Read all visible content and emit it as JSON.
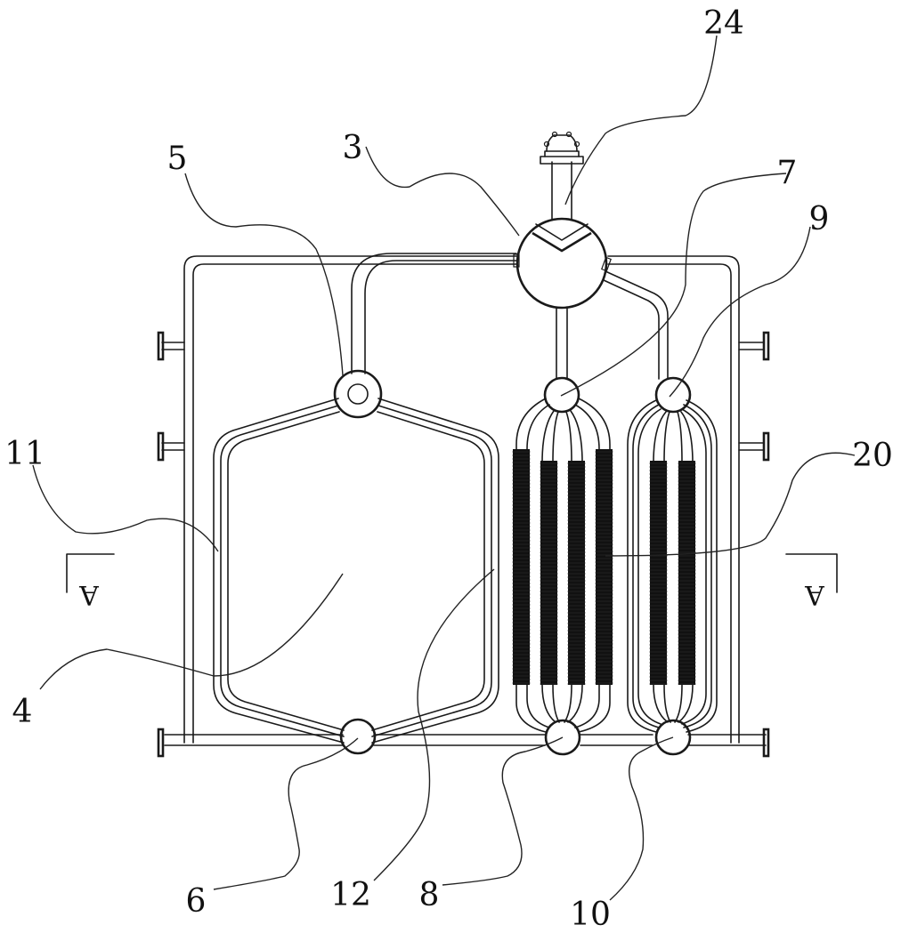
{
  "figure": {
    "type": "patent-drawing",
    "description": "Front view of heat exchanger / boiler assembly with drum, headers and coil tubes",
    "labels": [
      {
        "id": "label-24",
        "text": "24",
        "target": "drum-vent-valve"
      },
      {
        "id": "label-3",
        "text": "3",
        "target": "steam-drum"
      },
      {
        "id": "label-5",
        "text": "5",
        "target": "upper-header-left"
      },
      {
        "id": "label-7",
        "text": "7",
        "target": "upper-header-middle"
      },
      {
        "id": "label-9",
        "text": "9",
        "target": "upper-header-right"
      },
      {
        "id": "label-11",
        "text": "11",
        "target": "outer-tube-loop-left"
      },
      {
        "id": "label-20",
        "text": "20",
        "target": "finned-coil-tubes"
      },
      {
        "id": "label-4",
        "text": "4",
        "target": "left-chamber"
      },
      {
        "id": "label-12",
        "text": "12",
        "target": "inner-tube-loop-left"
      },
      {
        "id": "label-6",
        "text": "6",
        "target": "lower-header-left"
      },
      {
        "id": "label-8",
        "text": "8",
        "target": "lower-header-middle"
      },
      {
        "id": "label-10",
        "text": "10",
        "target": "lower-header-right"
      }
    ],
    "section_markers": [
      {
        "id": "section-left",
        "text": "A",
        "orientation": "rotated-180"
      },
      {
        "id": "section-right",
        "text": "A",
        "orientation": "rotated-180"
      }
    ],
    "components": {
      "middle_bank_coils": 4,
      "right_bank_coils": 2,
      "left_side_nozzles": 3,
      "right_side_nozzles": 3
    }
  }
}
